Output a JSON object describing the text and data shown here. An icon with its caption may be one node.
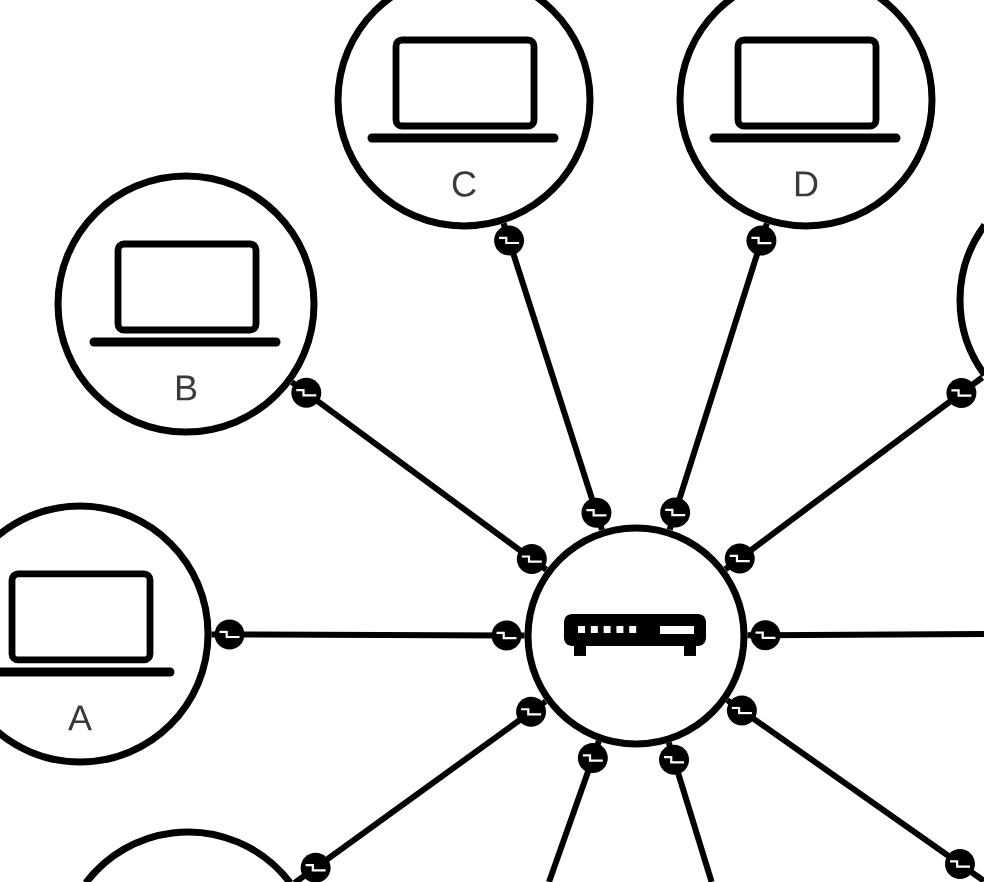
{
  "diagram": {
    "nodes": [
      {
        "text": [
          "C"
        ]
      },
      {
        "text": [
          "D"
        ]
      },
      {
        "text": [
          "B"
        ]
      },
      {
        "text": [],
        "shape": "circle"
      },
      {
        "text": [
          "A"
        ]
      },
      {
        "text": [],
        "shape": "circle"
      },
      {
        "text": [],
        "shape": "circle"
      }
    ],
    "edges": [
      {
        "from": 5,
        "to": 0,
        "arrow": "other"
      },
      {
        "from": 5,
        "to": 1,
        "arrow": "other"
      },
      {
        "from": 5,
        "to": 2,
        "arrow": "other"
      },
      {
        "from": 5,
        "to": 3,
        "arrow": "other"
      },
      {
        "from": 5,
        "to": 4,
        "arrow": "other"
      },
      {
        "from": 5,
        "to": null,
        "arrow": "other"
      },
      {
        "from": 5,
        "to": 6,
        "arrow": "other"
      },
      {
        "from": 5,
        "to": null,
        "arrow": "other"
      },
      {
        "from": 5,
        "to": null,
        "arrow": "other"
      },
      {
        "from": 5,
        "to": null,
        "arrow": "other"
      }
    ]
  }
}
